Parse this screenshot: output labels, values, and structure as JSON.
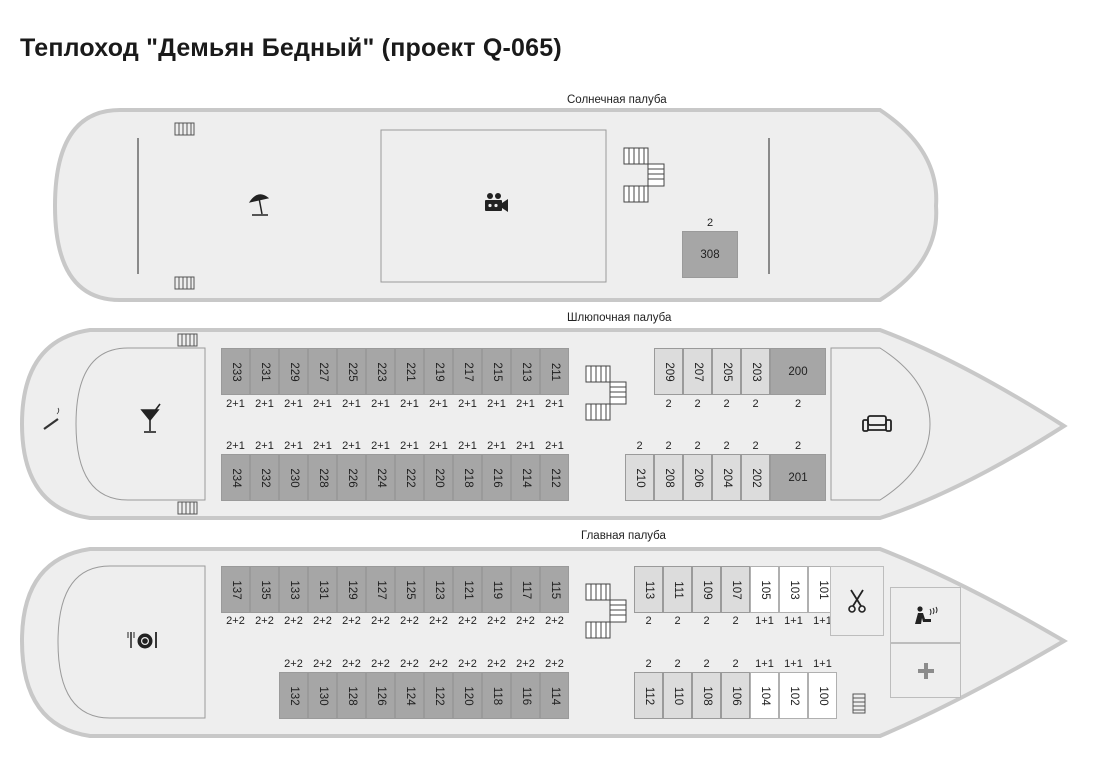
{
  "title": "Теплоход \"Демьян Бедный\" (проект Q-065)",
  "decks": {
    "sun": {
      "label": "Солнечная палуба"
    },
    "boat": {
      "label": "Шлюпочная палуба"
    },
    "main": {
      "label": "Главная палуба"
    }
  },
  "cabins": {
    "c308": {
      "num": "308",
      "beds": "2"
    },
    "boat_top_left": [
      {
        "num": "233",
        "beds": "2+1"
      },
      {
        "num": "231",
        "beds": "2+1"
      },
      {
        "num": "229",
        "beds": "2+1"
      },
      {
        "num": "227",
        "beds": "2+1"
      },
      {
        "num": "225",
        "beds": "2+1"
      },
      {
        "num": "223",
        "beds": "2+1"
      },
      {
        "num": "221",
        "beds": "2+1"
      },
      {
        "num": "219",
        "beds": "2+1"
      },
      {
        "num": "217",
        "beds": "2+1"
      },
      {
        "num": "215",
        "beds": "2+1"
      },
      {
        "num": "213",
        "beds": "2+1"
      },
      {
        "num": "211",
        "beds": "2+1"
      }
    ],
    "boat_bottom_left": [
      {
        "num": "234",
        "beds": "2+1"
      },
      {
        "num": "232",
        "beds": "2+1"
      },
      {
        "num": "230",
        "beds": "2+1"
      },
      {
        "num": "228",
        "beds": "2+1"
      },
      {
        "num": "226",
        "beds": "2+1"
      },
      {
        "num": "224",
        "beds": "2+1"
      },
      {
        "num": "222",
        "beds": "2+1"
      },
      {
        "num": "220",
        "beds": "2+1"
      },
      {
        "num": "218",
        "beds": "2+1"
      },
      {
        "num": "216",
        "beds": "2+1"
      },
      {
        "num": "214",
        "beds": "2+1"
      },
      {
        "num": "212",
        "beds": "2+1"
      }
    ],
    "boat_top_right": [
      {
        "num": "209",
        "beds": "2"
      },
      {
        "num": "207",
        "beds": "2"
      },
      {
        "num": "205",
        "beds": "2"
      },
      {
        "num": "203",
        "beds": "2"
      }
    ],
    "boat_bottom_right": [
      {
        "num": "210",
        "beds": "2"
      },
      {
        "num": "208",
        "beds": "2"
      },
      {
        "num": "206",
        "beds": "2"
      },
      {
        "num": "204",
        "beds": "2"
      },
      {
        "num": "202",
        "beds": "2"
      }
    ],
    "c200": {
      "num": "200",
      "beds": "2"
    },
    "c201": {
      "num": "201",
      "beds": "2"
    },
    "main_top_left": [
      {
        "num": "137",
        "beds": "2+2"
      },
      {
        "num": "135",
        "beds": "2+2"
      },
      {
        "num": "133",
        "beds": "2+2"
      },
      {
        "num": "131",
        "beds": "2+2"
      },
      {
        "num": "129",
        "beds": "2+2"
      },
      {
        "num": "127",
        "beds": "2+2"
      },
      {
        "num": "125",
        "beds": "2+2"
      },
      {
        "num": "123",
        "beds": "2+2"
      },
      {
        "num": "121",
        "beds": "2+2"
      },
      {
        "num": "119",
        "beds": "2+2"
      },
      {
        "num": "117",
        "beds": "2+2"
      },
      {
        "num": "115",
        "beds": "2+2"
      }
    ],
    "main_bottom_left": [
      {
        "num": "132",
        "beds": "2+2"
      },
      {
        "num": "130",
        "beds": "2+2"
      },
      {
        "num": "128",
        "beds": "2+2"
      },
      {
        "num": "126",
        "beds": "2+2"
      },
      {
        "num": "124",
        "beds": "2+2"
      },
      {
        "num": "122",
        "beds": "2+2"
      },
      {
        "num": "120",
        "beds": "2+2"
      },
      {
        "num": "118",
        "beds": "2+2"
      },
      {
        "num": "116",
        "beds": "2+2"
      },
      {
        "num": "114",
        "beds": "2+2"
      }
    ],
    "main_top_right": [
      {
        "num": "113",
        "beds": "2",
        "kind": "light"
      },
      {
        "num": "111",
        "beds": "2",
        "kind": "light"
      },
      {
        "num": "109",
        "beds": "2",
        "kind": "light"
      },
      {
        "num": "107",
        "beds": "2",
        "kind": "light"
      },
      {
        "num": "105",
        "beds": "1+1",
        "kind": "white"
      },
      {
        "num": "103",
        "beds": "1+1",
        "kind": "white"
      },
      {
        "num": "101",
        "beds": "1+1",
        "kind": "white"
      }
    ],
    "main_bottom_right": [
      {
        "num": "112",
        "beds": "2",
        "kind": "light"
      },
      {
        "num": "110",
        "beds": "2",
        "kind": "light"
      },
      {
        "num": "108",
        "beds": "2",
        "kind": "light"
      },
      {
        "num": "106",
        "beds": "2",
        "kind": "light"
      },
      {
        "num": "104",
        "beds": "1+1",
        "kind": "white"
      },
      {
        "num": "102",
        "beds": "1+1",
        "kind": "white"
      },
      {
        "num": "100",
        "beds": "1+1",
        "kind": "white"
      }
    ]
  },
  "colors": {
    "hull_fill": "#eeeeee",
    "hull_stroke": "#c8c8c8",
    "cabin_dark": "#a6a6a6",
    "cabin_light": "#dcdcdc",
    "cabin_white": "#ffffff"
  },
  "icons": {
    "sun_deck": [
      "stairs-icon",
      "umbrella-icon",
      "cinema-camera-icon"
    ],
    "boat_deck": [
      "cigarette-icon",
      "cocktail-bar-icon",
      "sofa-lounge-icon",
      "stairs-icon"
    ],
    "main_deck": [
      "restaurant-icon",
      "scissors-icon",
      "sauna-icon",
      "first-aid-icon",
      "stairs-icon"
    ]
  }
}
